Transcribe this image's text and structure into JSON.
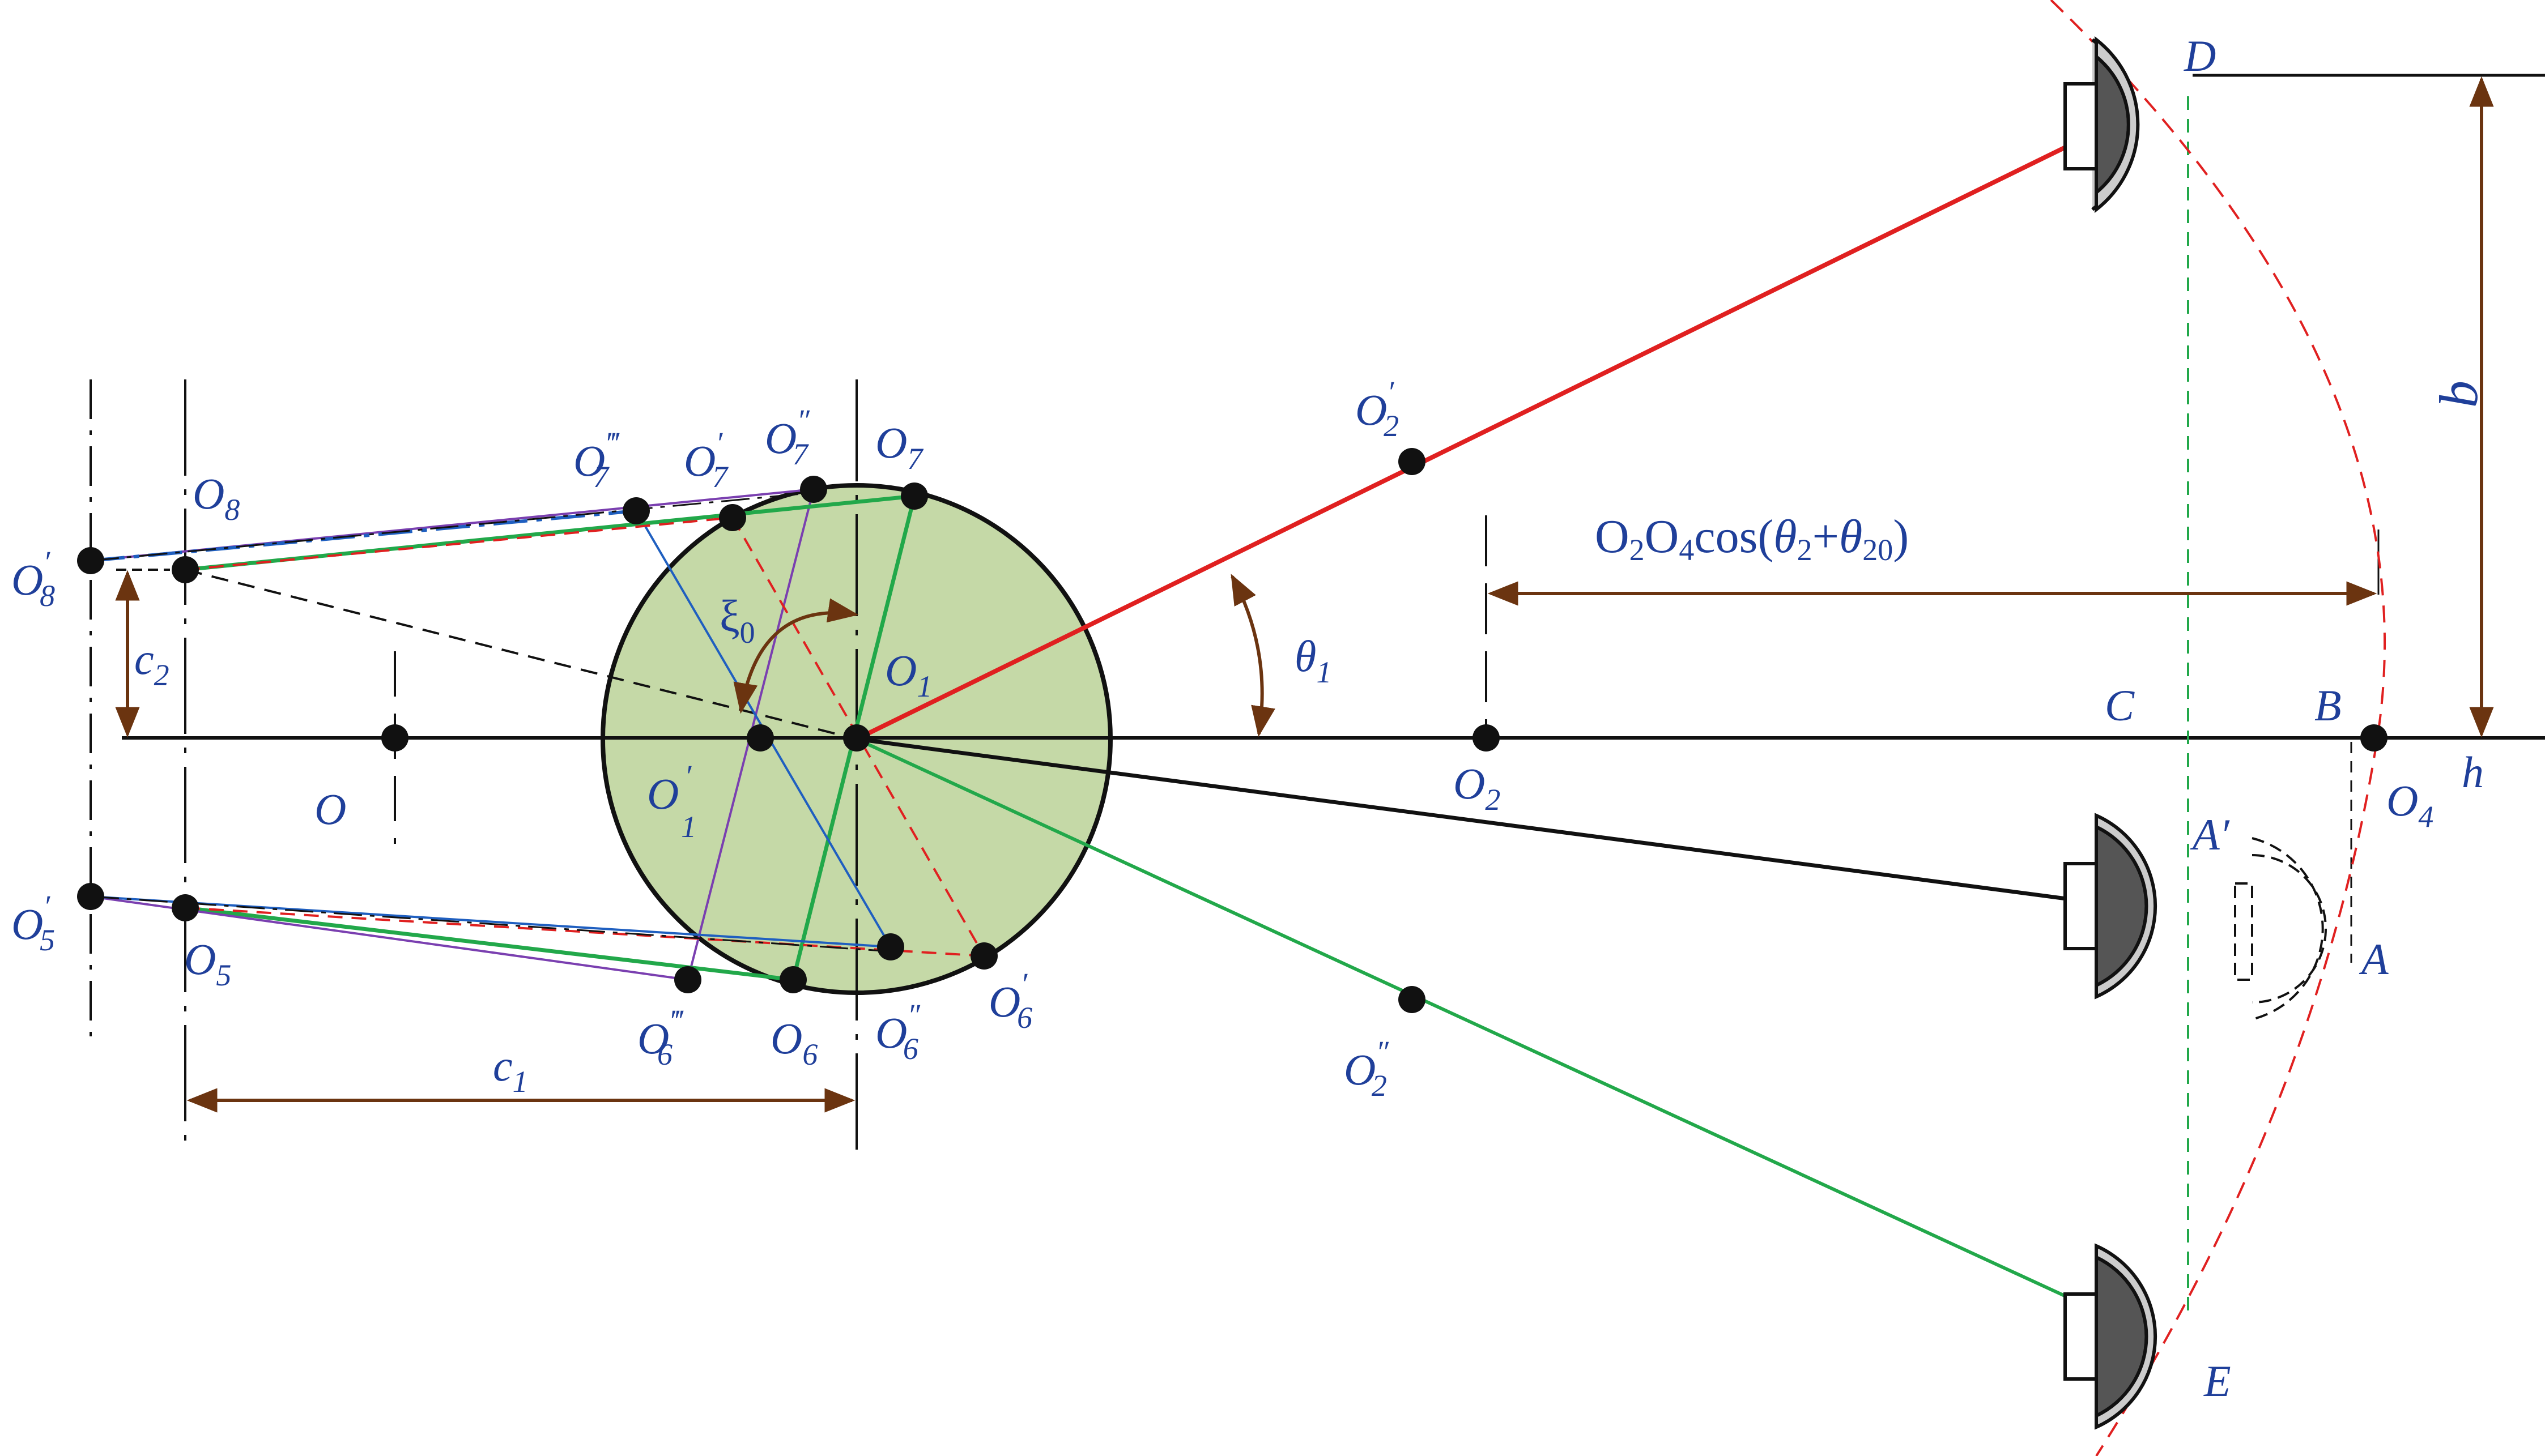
{
  "labels": {
    "o8p": "O",
    "o8p_sup": "′",
    "o8p_sub": "8",
    "o8": "O",
    "o8_sub": "8",
    "o7ppp": "O",
    "o7ppp_sup": "‴",
    "o7ppp_sub": "7",
    "o7p": "O",
    "o7p_sup": "′",
    "o7p_sub": "7",
    "o7pp": "O",
    "o7pp_sup": "″",
    "o7pp_sub": "7",
    "o7": "O",
    "o7_sub": "7",
    "o2p": "O",
    "o2p_sup": "′",
    "o2p_sub": "2",
    "o2pp": "O",
    "o2pp_sup": "″",
    "o2pp_sub": "2",
    "xi0": "ξ",
    "xi0_sub": "0",
    "o1": "O",
    "o1_sub": "1",
    "o1p": "O",
    "o1p_sup": "′",
    "o1p_sub": "1",
    "o": "O",
    "o2": "O",
    "o2_sub": "2",
    "o4": "O",
    "o4_sub": "4",
    "o5p": "O",
    "o5p_sup": "′",
    "o5p_sub": "5",
    "o5": "O",
    "o5_sub": "5",
    "o6ppp": "O",
    "o6ppp_sup": "‴",
    "o6ppp_sub": "6",
    "o6": "O",
    "o6_sub": "6",
    "o6pp": "O",
    "o6pp_sup": "″",
    "o6pp_sub": "6",
    "o6p": "O",
    "o6p_sup": "′",
    "o6p_sub": "6",
    "c1": "c",
    "c1_sub": "1",
    "c2": "c",
    "c2_sub": "2",
    "theta1": "θ",
    "theta1_sub": "1",
    "b": "b",
    "h": "h",
    "C": "C",
    "B": "B",
    "A": "A",
    "Ap": "A′",
    "D": "D",
    "E": "E",
    "formula_a": "O",
    "formula_s2": "2",
    "formula_b": "O",
    "formula_s4": "4",
    "formula_c": "cos(",
    "formula_t2": "θ",
    "formula_s2b": "2",
    "formula_plus": "+",
    "formula_t20": "θ",
    "formula_s20": "20",
    "formula_close": ")"
  },
  "colors": {
    "red": "#e02020",
    "green": "#22a84a",
    "blue": "#1f5fc0",
    "purple": "#7a3fb0",
    "brown": "#6b3410",
    "circle_fill": "#c5d9a7",
    "lamp_dark": "#555555",
    "lamp_light": "#cccccc"
  }
}
